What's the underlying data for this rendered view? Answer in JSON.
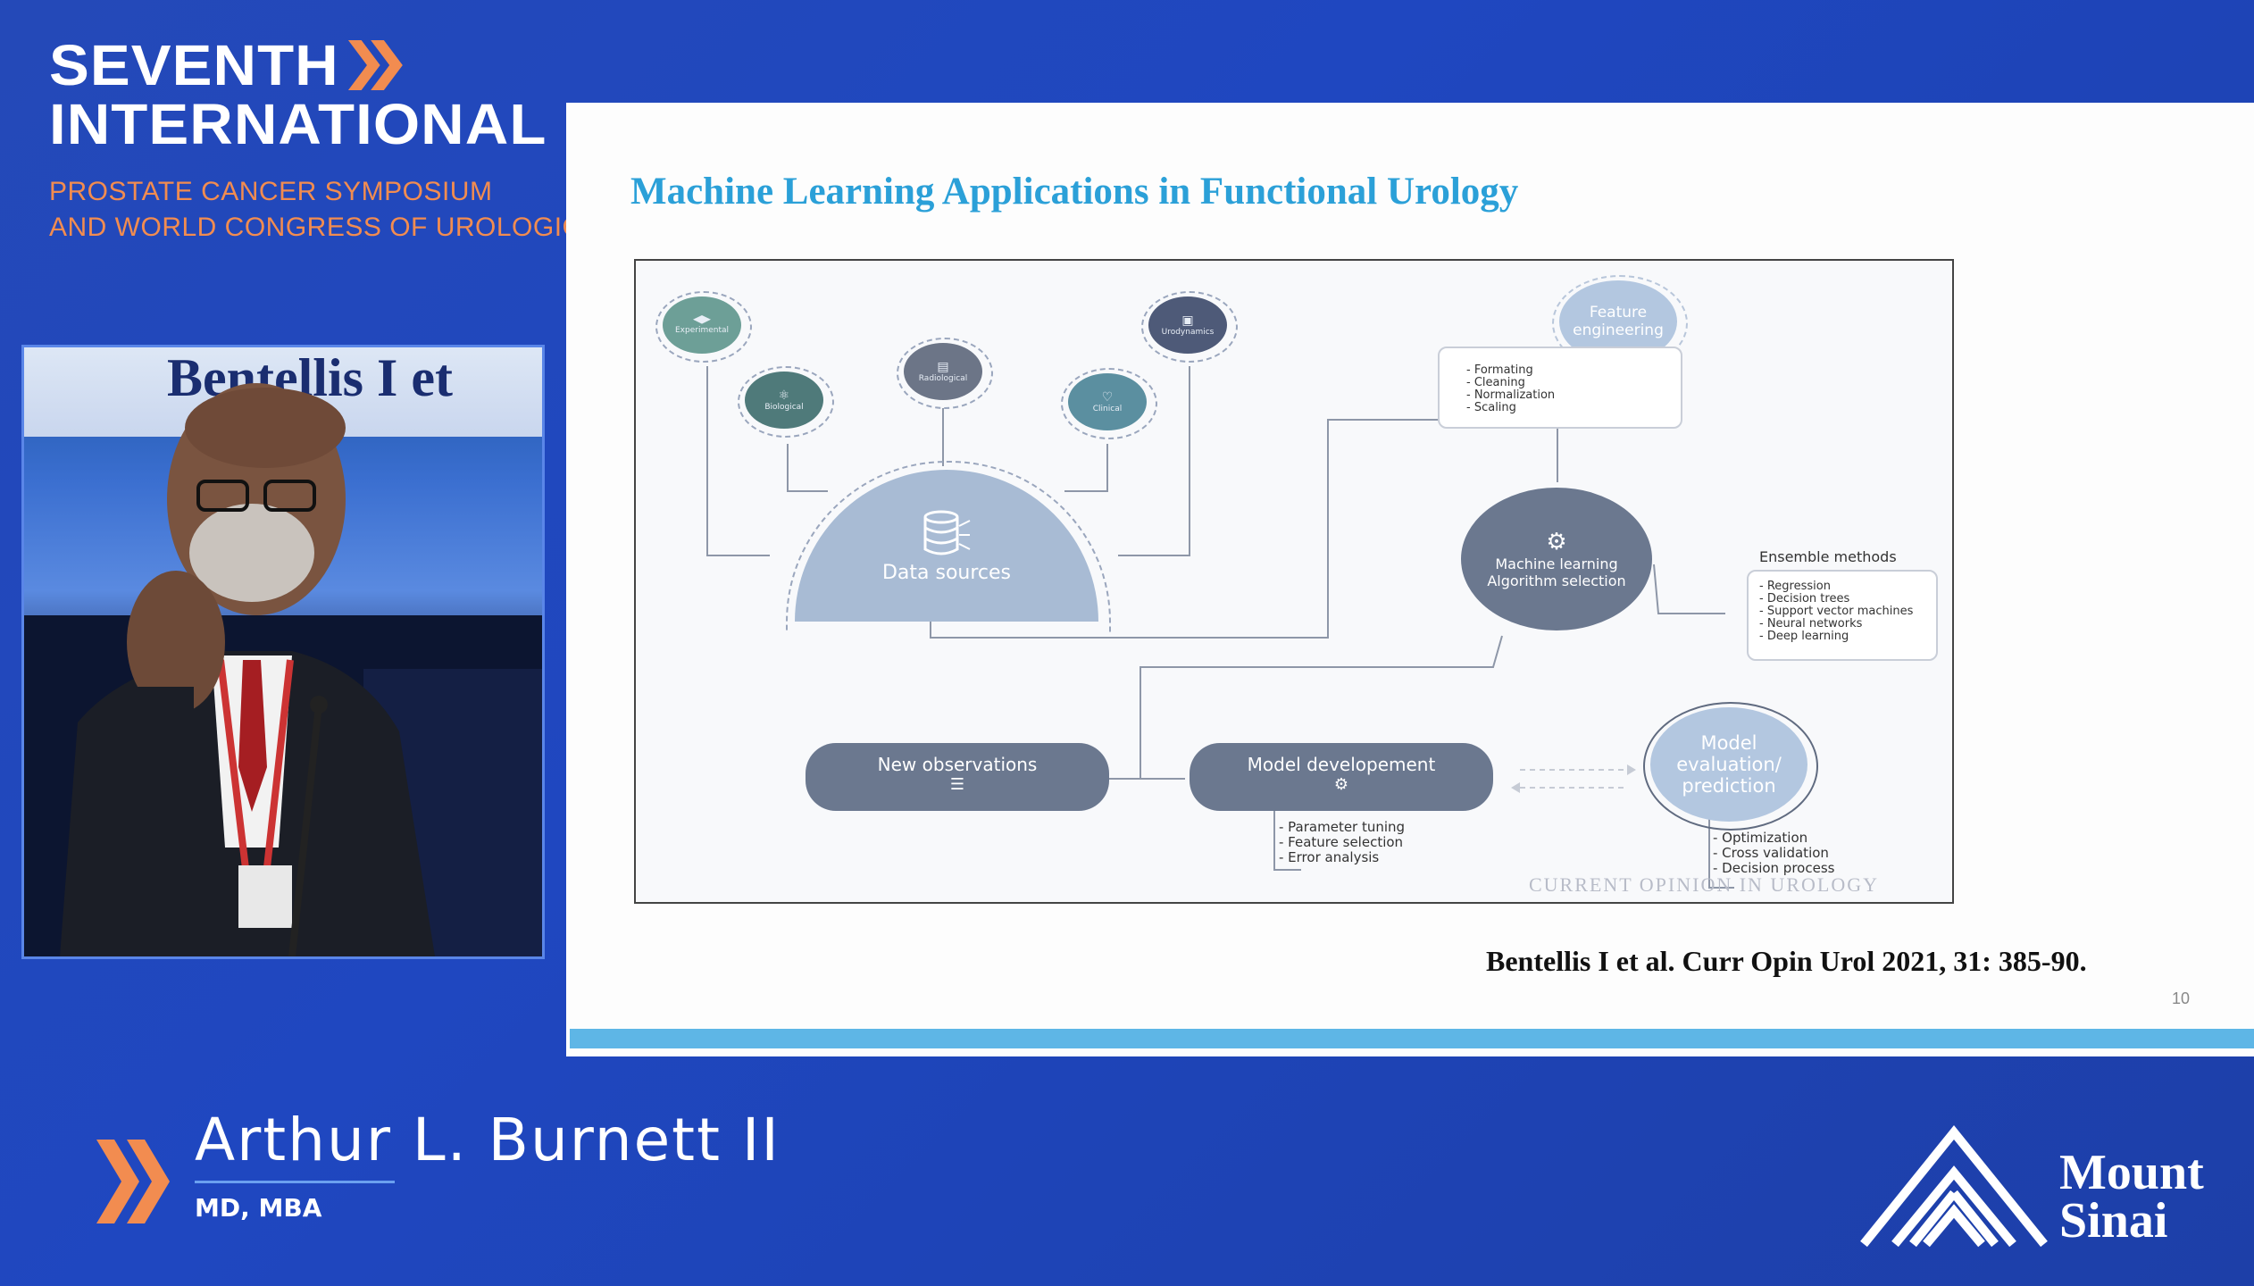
{
  "brand": {
    "line1": "SEVENTH",
    "line2": "INTERNATIONAL",
    "sub1": "PROSTATE CANCER SYMPOSIUM",
    "sub2": "AND WORLD CONGRESS OF UROLOGIC ONCOLOGY",
    "accent_color": "#f28c50"
  },
  "video": {
    "banner_text": "Bentellis I et"
  },
  "slide": {
    "title": "Machine Learning Applications in Functional Urology",
    "citation": "Bentellis I et al. Curr Opin Urol 2021, 31: 385-90.",
    "slide_number": "10",
    "journal_mark": "CURRENT OPINION IN UROLOGY",
    "title_color": "#2ba0d8",
    "bar_color": "#5eb6e6"
  },
  "diagram": {
    "sources": {
      "experimental": "Experimental",
      "biological": "Biological",
      "radiological": "Radiological",
      "clinical": "Clinical",
      "urodynamics": "Urodynamics"
    },
    "data_sources": "Data sources",
    "feature_engineering": {
      "line1": "Feature",
      "line2": "engineering"
    },
    "feature_steps": [
      "- Formating",
      "- Cleaning",
      "- Normalization",
      "- Scaling"
    ],
    "ml_selection": {
      "line1": "Machine learning",
      "line2": "Algorithm selection"
    },
    "ensemble_title": "Ensemble methods",
    "ensemble_items": [
      "- Regression",
      "- Decision trees",
      "- Support vector machines",
      "- Neural networks",
      "- Deep learning"
    ],
    "new_observations": "New observations",
    "model_development": "Model developement",
    "model_dev_items": [
      "- Parameter tuning",
      "- Feature selection",
      "- Error analysis"
    ],
    "model_eval": {
      "line1": "Model",
      "line2": "evaluation/",
      "line3": "prediction"
    },
    "model_eval_items": [
      "- Optimization",
      "- Cross validation",
      "- Decision process"
    ]
  },
  "presenter": {
    "name": "Arthur L. Burnett II",
    "credentials": "MD, MBA"
  },
  "sponsor": {
    "line1": "Mount",
    "line2": "Sinai"
  }
}
